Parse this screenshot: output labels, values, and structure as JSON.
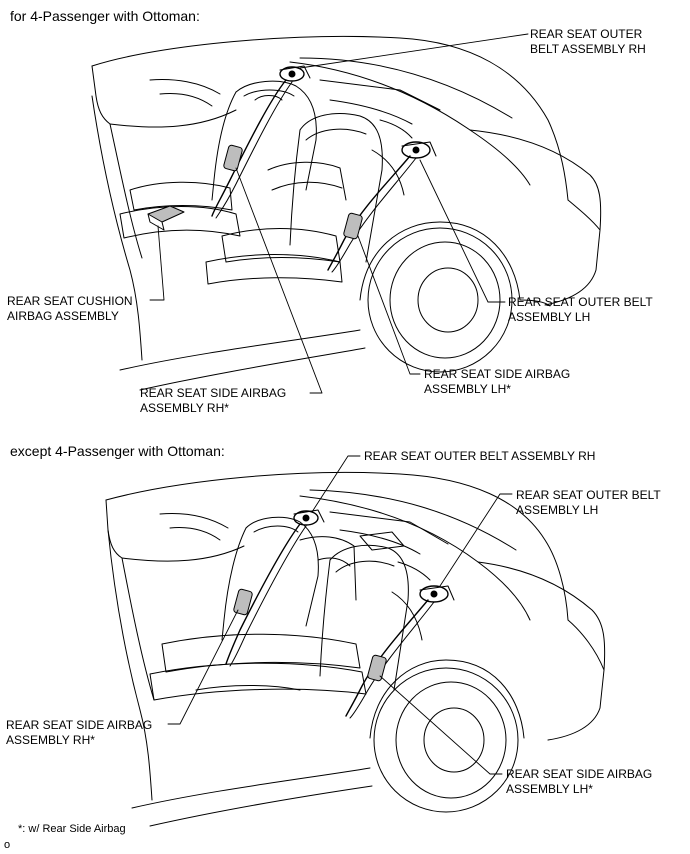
{
  "diagram1": {
    "heading": "for 4-Passenger with Ottoman:",
    "labels": {
      "outer_belt_rh": [
        "REAR SEAT OUTER",
        "BELT ASSEMBLY RH"
      ],
      "outer_belt_lh": [
        "REAR SEAT OUTER BELT",
        "ASSEMBLY LH"
      ],
      "cushion_airbag": [
        "REAR SEAT CUSHION",
        "AIRBAG ASSEMBLY"
      ],
      "side_airbag_lh": [
        "REAR SEAT SIDE AIRBAG",
        "ASSEMBLY LH*"
      ],
      "side_airbag_rh": [
        "REAR SEAT SIDE AIRBAG",
        "ASSEMBLY RH*"
      ]
    }
  },
  "diagram2": {
    "heading": "except 4-Passenger with Ottoman:",
    "labels": {
      "outer_belt_rh": [
        "REAR SEAT OUTER BELT ASSEMBLY RH"
      ],
      "outer_belt_lh": [
        "REAR SEAT OUTER BELT",
        "ASSEMBLY LH"
      ],
      "side_airbag_rh": [
        "REAR SEAT SIDE AIRBAG",
        "ASSEMBLY RH*"
      ],
      "side_airbag_lh": [
        "REAR SEAT SIDE AIRBAG",
        "ASSEMBLY LH*"
      ]
    }
  },
  "footnote": "*: w/ Rear Side Airbag",
  "figure_code": "o"
}
